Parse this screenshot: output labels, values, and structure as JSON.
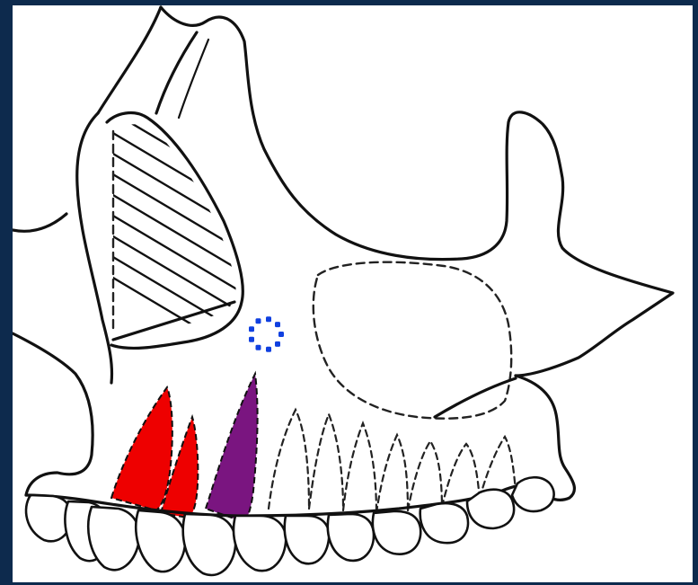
{
  "diagram": {
    "colors": {
      "background_frame": "#0d2a4d",
      "canvas": "#ffffff",
      "line": "#111111",
      "root_highlight_red": "#ee0000",
      "root_highlight_purple": "#7a1580",
      "marker_dots": "#1040e0"
    },
    "regions": [
      {
        "name": "maxilla-outline",
        "style": "solid-line"
      },
      {
        "name": "nasal-aperture-hatched",
        "style": "diagonal-hatch"
      },
      {
        "name": "maxillary-sinus-outline",
        "style": "dashed-line"
      },
      {
        "name": "incisor-roots",
        "style": "red-fill",
        "count": 2
      },
      {
        "name": "canine-root",
        "style": "purple-fill",
        "count": 1
      },
      {
        "name": "posterior-roots",
        "style": "dashed-line"
      },
      {
        "name": "dotted-circle-marker",
        "style": "blue-dots"
      }
    ]
  }
}
